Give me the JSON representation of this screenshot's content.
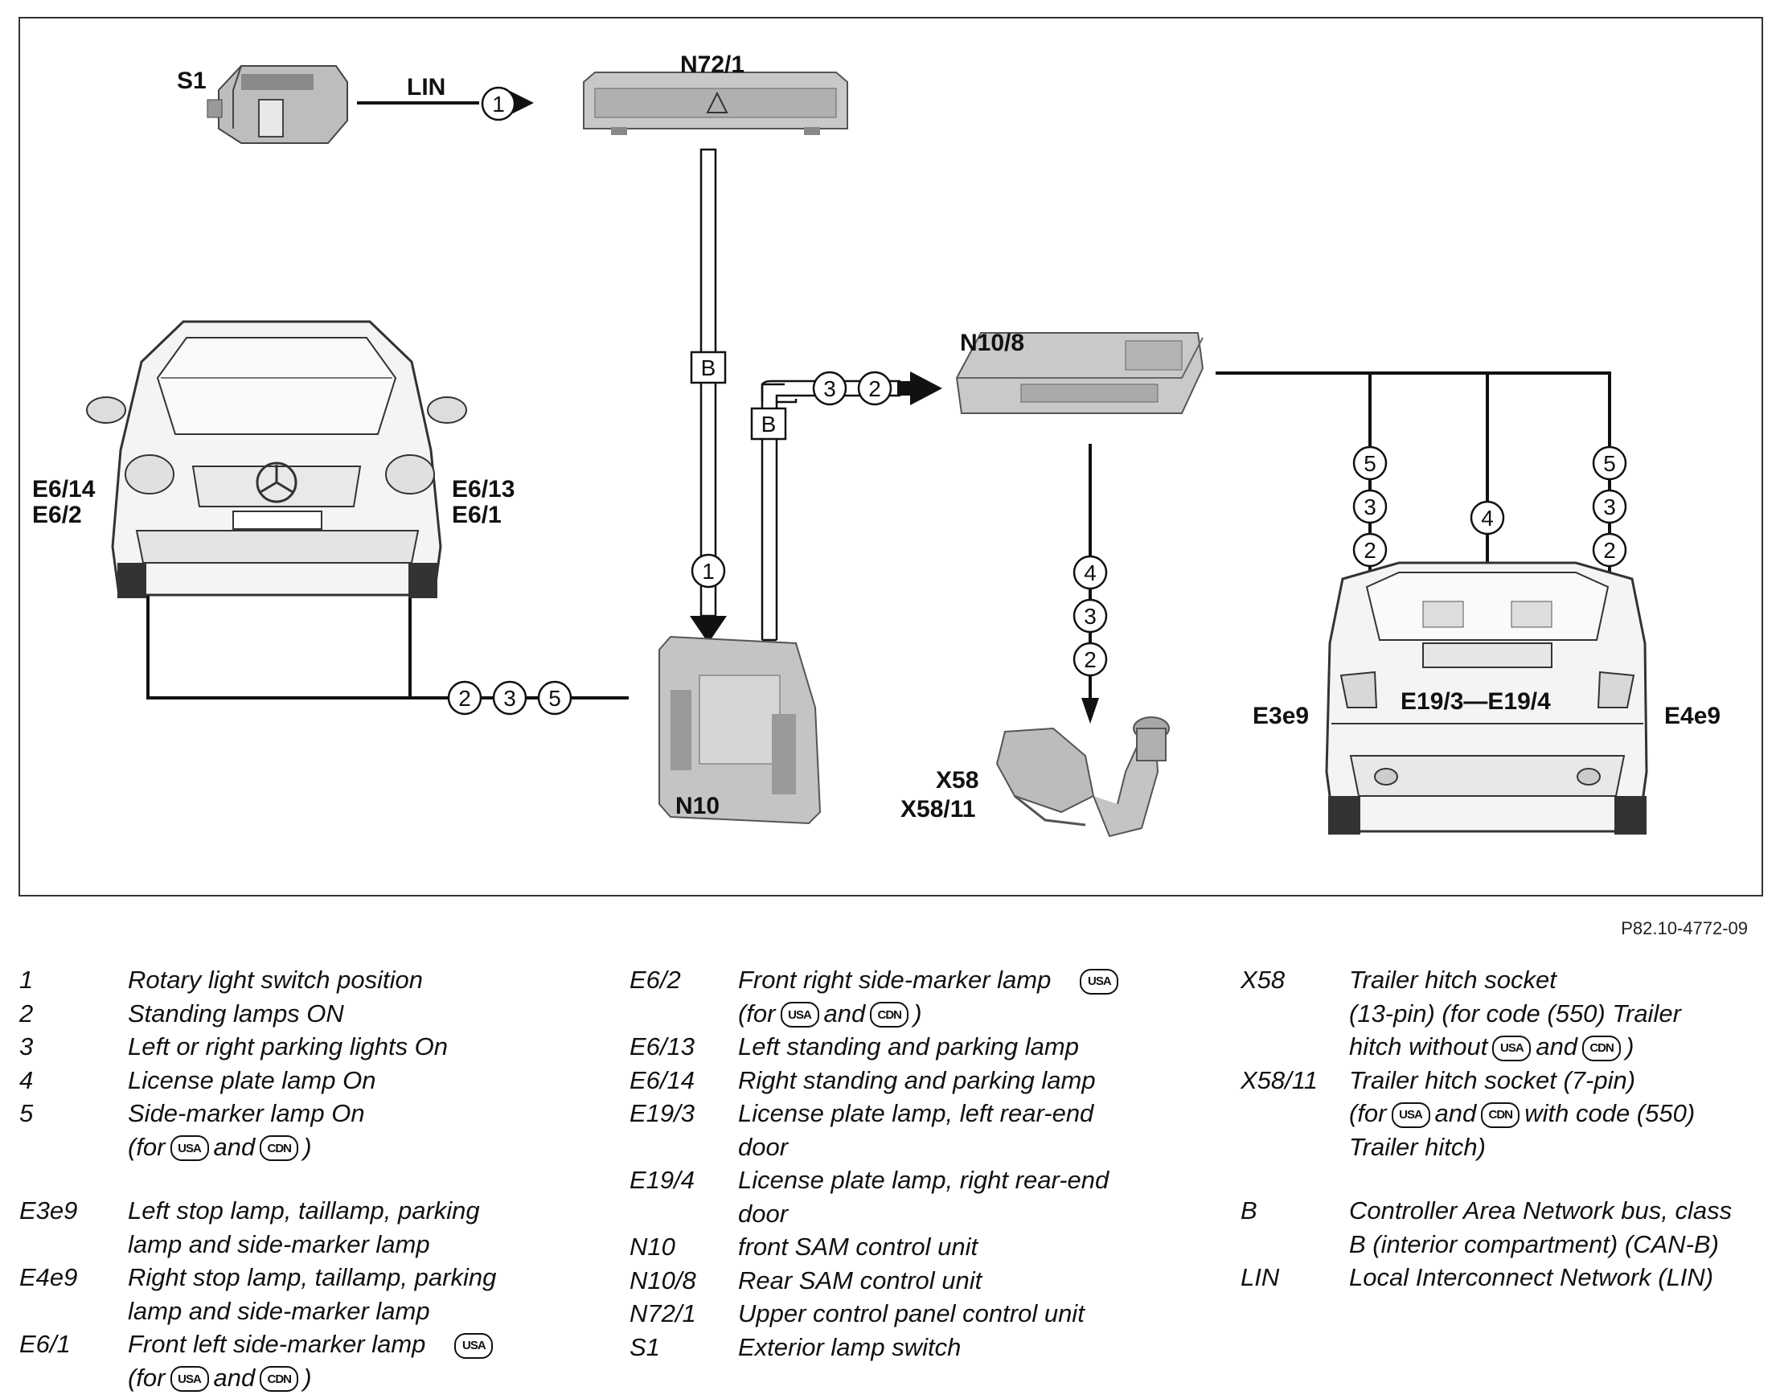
{
  "diagram": {
    "labels": {
      "s1": "S1",
      "n72_1": "N72/1",
      "lin": "LIN",
      "n10_8": "N10/8",
      "n10": "N10",
      "x58": "X58",
      "x58_11": "X58/11",
      "e6_14": "E6/14",
      "e6_2": "E6/2",
      "e6_13": "E6/13",
      "e6_1": "E6/1",
      "e3e9": "E3e9",
      "e4e9": "E4e9",
      "e19": "E19/3—E19/4",
      "bus_b": "B"
    },
    "circle_numbers": {
      "lin_arrow": "1",
      "bus_down": "1",
      "to_n10_8": [
        "3",
        "2"
      ],
      "front_loop": [
        "2",
        "3",
        "5"
      ],
      "to_x58": [
        "4",
        "3",
        "2"
      ],
      "rear_left": [
        "5",
        "3",
        "2"
      ],
      "rear_center": "4",
      "rear_right": [
        "5",
        "3",
        "2"
      ]
    }
  },
  "reference": "P82.10-4772-09",
  "badges": {
    "usa": "USA",
    "cdn": "CDN"
  },
  "legend": {
    "col1": [
      {
        "code": "1",
        "desc": "Rotary light switch position"
      },
      {
        "code": "2",
        "desc": "Standing lamps ON"
      },
      {
        "code": "3",
        "desc": "Left or right parking lights On"
      },
      {
        "code": "4",
        "desc": "License plate lamp On"
      },
      {
        "code": "5",
        "desc": "Side-marker lamp On"
      },
      {
        "code": "E3e9",
        "desc": "Left stop lamp, taillamp, parking\nlamp and side-marker lamp"
      },
      {
        "code": "E4e9",
        "desc": "Right stop lamp, taillamp, parking\nlamp and side-marker lamp"
      },
      {
        "code": "E6/1",
        "desc": "Front left side-marker lamp"
      }
    ],
    "col2": [
      {
        "code": "E6/2",
        "desc": "Front right side-marker lamp"
      },
      {
        "code": "E6/13",
        "desc": "Left standing and parking lamp"
      },
      {
        "code": "E6/14",
        "desc": "Right standing and parking lamp"
      },
      {
        "code": "E19/3",
        "desc": "License plate lamp, left rear-end\ndoor"
      },
      {
        "code": "E19/4",
        "desc": "License plate lamp, right rear-end\ndoor"
      },
      {
        "code": "N10",
        "desc": "front SAM control unit"
      },
      {
        "code": "N10/8",
        "desc": "Rear SAM control unit"
      },
      {
        "code": "N72/1",
        "desc": "Upper control panel control unit"
      },
      {
        "code": "S1",
        "desc": "Exterior lamp switch"
      }
    ],
    "col3": [
      {
        "code": "X58",
        "desc": "Trailer hitch socket\n(13-pin) (for code (550) Trailer"
      },
      {
        "code": "X58/11",
        "desc": "Trailer hitch socket (7-pin)"
      },
      {
        "code": "B",
        "desc": "Controller Area Network bus, class\nB (interior compartment) (CAN-B)"
      },
      {
        "code": "LIN",
        "desc": "Local Interconnect Network (LIN)"
      }
    ],
    "phrases": {
      "for": "(for",
      "and": "and",
      "close": ")",
      "hitch_without": "hitch without",
      "with_code": "with code (550)",
      "trailer_hitch": "Trailer hitch)"
    }
  }
}
